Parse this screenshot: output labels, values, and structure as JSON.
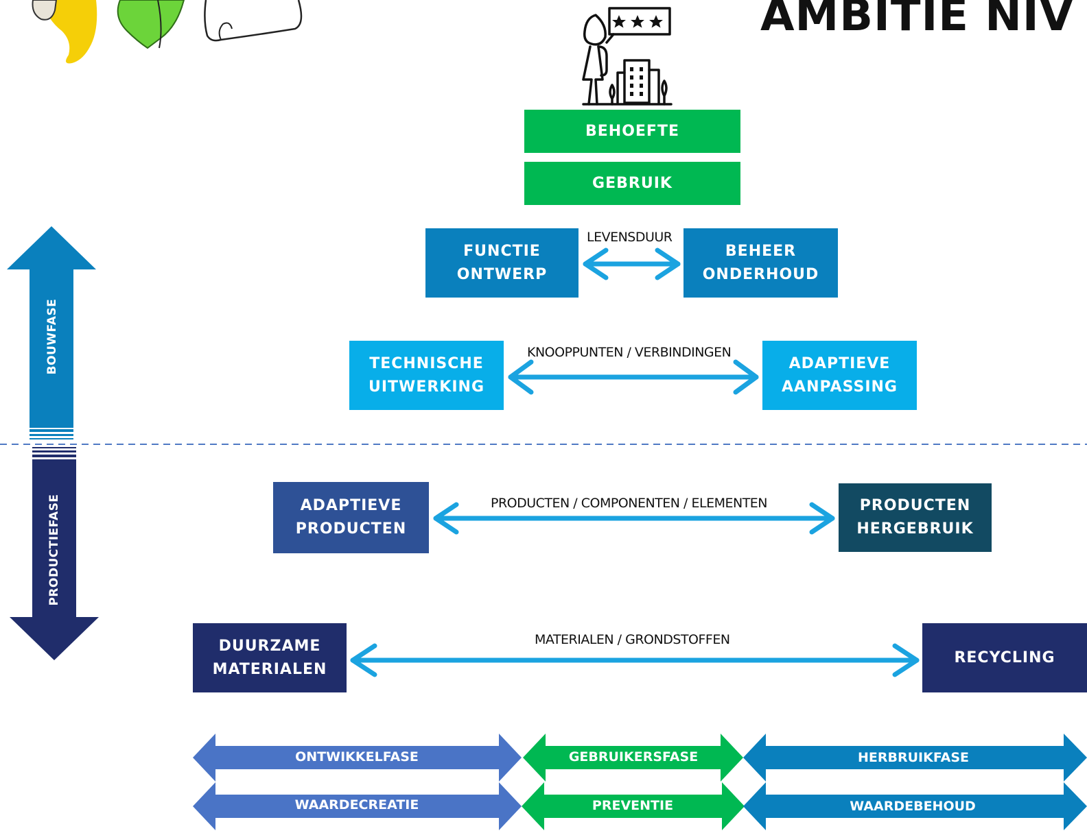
{
  "title": "AMBITIE   NIV",
  "colors": {
    "green": "#00b852",
    "blue_mid": "#0a80bd",
    "blue_light": "#08aee9",
    "blue_slate": "#2e5196",
    "teal_dark": "#124a62",
    "navy": "#202d6b",
    "arrow": "#1ba3e0",
    "phase_blue": "#4a74c6",
    "phase_green": "#00b852",
    "phase_teal": "#0a80bd",
    "dash": "#4f79c4"
  },
  "boxes": {
    "behoefte": [
      "BEHOEFTE"
    ],
    "gebruik": [
      "GEBRUIK"
    ],
    "functie": [
      "FUNCTIE",
      "ONTWERP"
    ],
    "beheer": [
      "BEHEER",
      "ONDERHOUD"
    ],
    "technische": [
      "TECHNISCHE",
      "UITWERKING"
    ],
    "adaptieve_aanpassing": [
      "ADAPTIEVE",
      "AANPASSING"
    ],
    "adaptieve_producten": [
      "ADAPTIEVE",
      "PRODUCTEN"
    ],
    "producten_hergebruik": [
      "PRODUCTEN",
      "HERGEBRUIK"
    ],
    "duurzame": [
      "DUURZAME",
      "MATERIALEN"
    ],
    "recycling": [
      "RECYCLING"
    ]
  },
  "connectors": {
    "levensduur": "LEVENSDUUR",
    "knooppunten": "KNOOPPUNTEN / VERBINDINGEN",
    "producten": "PRODUCTEN / COMPONENTEN  / ELEMENTEN",
    "materialen": "MATERIALEN / GRONDSTOFFEN"
  },
  "side": {
    "bouwfase": "BOUWFASE",
    "productiefase": "PRODUCTIEFASE"
  },
  "phases_row1": [
    "ONTWIKKELFASE",
    "GEBRUIKERSFASE",
    "HERBRUIKFASE"
  ],
  "phases_row2": [
    "WAARDECREATIE",
    "PREVENTIE",
    "WAARDEBEHOUD"
  ],
  "icons": {
    "top_left": "illustrated-figures-icon",
    "top_center": "person-review-building-icon"
  }
}
